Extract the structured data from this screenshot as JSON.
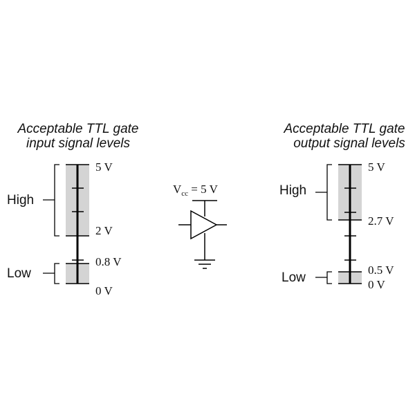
{
  "input_panel": {
    "title_line1": "Acceptable TTL gate",
    "title_line2": "input signal levels",
    "high_label": "High",
    "low_label": "Low",
    "tick_labels": [
      "5 V",
      "2 V",
      "0.8 V",
      "0 V"
    ]
  },
  "output_panel": {
    "title_line1": "Acceptable TTL gate",
    "title_line2": "output signal levels",
    "high_label": "High",
    "low_label": "Low",
    "tick_labels": [
      "5 V",
      "2.7 V",
      "0.5 V",
      "0 V"
    ]
  },
  "gate": {
    "vcc_symbol": "V",
    "vcc_subscript": "cc",
    "vcc_value": " = 5 V"
  },
  "colors": {
    "band": "#d4d4d4",
    "line": "#000000"
  }
}
